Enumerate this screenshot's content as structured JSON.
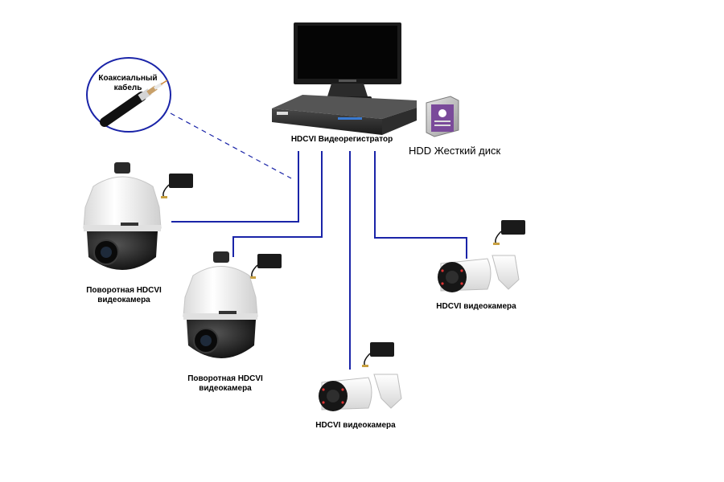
{
  "labels": {
    "coax_line1": "Коаксиальный",
    "coax_line2": "кабель",
    "dvr": "HDCVI Видеорегистратор",
    "hdd": "HDD Жесткий диск",
    "ptz_line1": "Поворотная HDCVI",
    "ptz_line2": "видеокамера",
    "bullet": "HDCVI видеокамера"
  },
  "colors": {
    "cable": "#1a24a8",
    "dashed": "#1a24a8",
    "hdd_purple": "#7a4a9a",
    "camera_body": "#f2f2f2",
    "camera_dark": "#2a2a2a"
  },
  "icons": [
    "monitor-icon",
    "dvr-icon",
    "hdd-icon",
    "coax-cable-icon",
    "power-adapter-icon",
    "ptz-camera-icon",
    "bullet-camera-icon"
  ]
}
